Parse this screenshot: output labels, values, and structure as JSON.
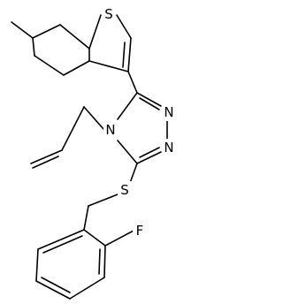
{
  "diagram": {
    "type": "chemical-structure",
    "atoms": [
      {
        "id": "S1",
        "label": "S"
      },
      {
        "id": "N1",
        "label": "N"
      },
      {
        "id": "N2",
        "label": "N"
      },
      {
        "id": "N3",
        "label": "N"
      },
      {
        "id": "S2",
        "label": "S"
      },
      {
        "id": "F1",
        "label": "F"
      }
    ]
  }
}
